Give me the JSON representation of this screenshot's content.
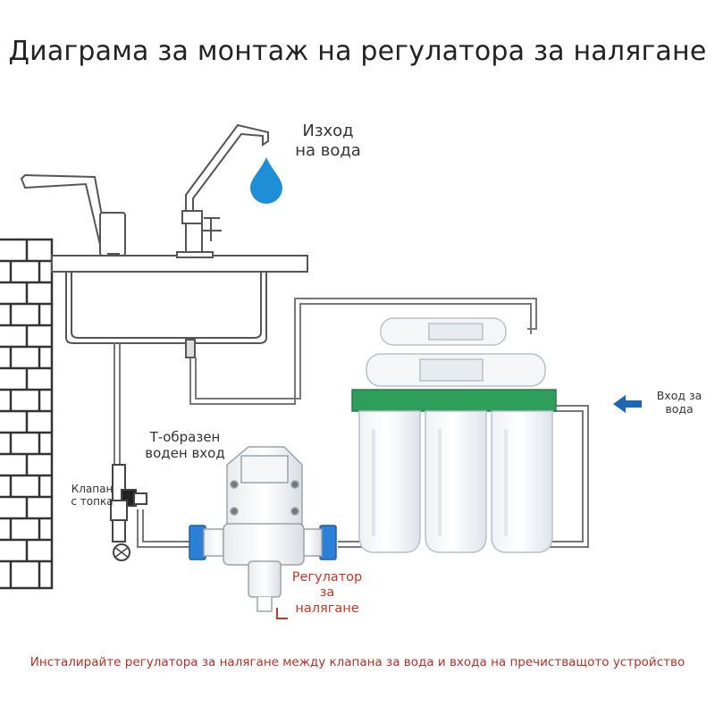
{
  "title": "Диаграма за монтаж на регулатора за налягане",
  "labels": {
    "water_outlet": "Изход\nна вода",
    "water_inlet": "Вход за\nвода",
    "tee_inlet": "Т-образен\nводен вход",
    "ball_valve": "Клапан\nс топка",
    "pressure_regulator": "Регулатор\nза\nналягане"
  },
  "footer_note": "Инсталирайте регулатора за налягане между клапана за вода и входа на пречистващото устройство",
  "colors": {
    "title_text": "#222222",
    "highlight_text": "#c0392b",
    "water_drop": "#1e8fd6",
    "inlet_arrow": "#1f66b3",
    "filter_deck": "#2f9e5b",
    "quick_fitting": "#2c7fd6",
    "brick_line": "#333333",
    "pipe": "#555555"
  },
  "icons": [
    "water-drop-icon",
    "inlet-arrow-icon"
  ]
}
